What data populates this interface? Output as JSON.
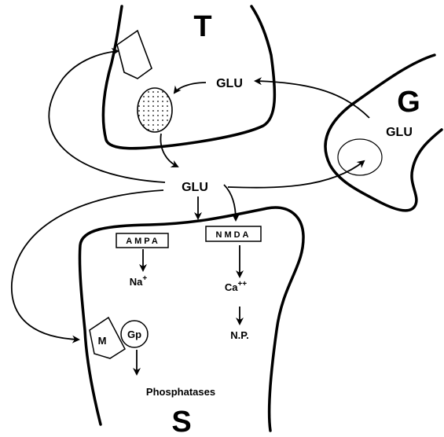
{
  "labels": {
    "terminal": "T",
    "glia": "G",
    "spine": "S",
    "glu_terminal": "GLU",
    "glu_glia": "GLU",
    "glu_cleft": "GLU",
    "ampa": "AMPA",
    "nmda": "NMDA",
    "na": "Na",
    "na_sup": "+",
    "ca": "Ca",
    "ca_sup": "++",
    "np": "N.P.",
    "m": "M",
    "gp": "Gp",
    "phosphatases": "Phosphatases"
  }
}
